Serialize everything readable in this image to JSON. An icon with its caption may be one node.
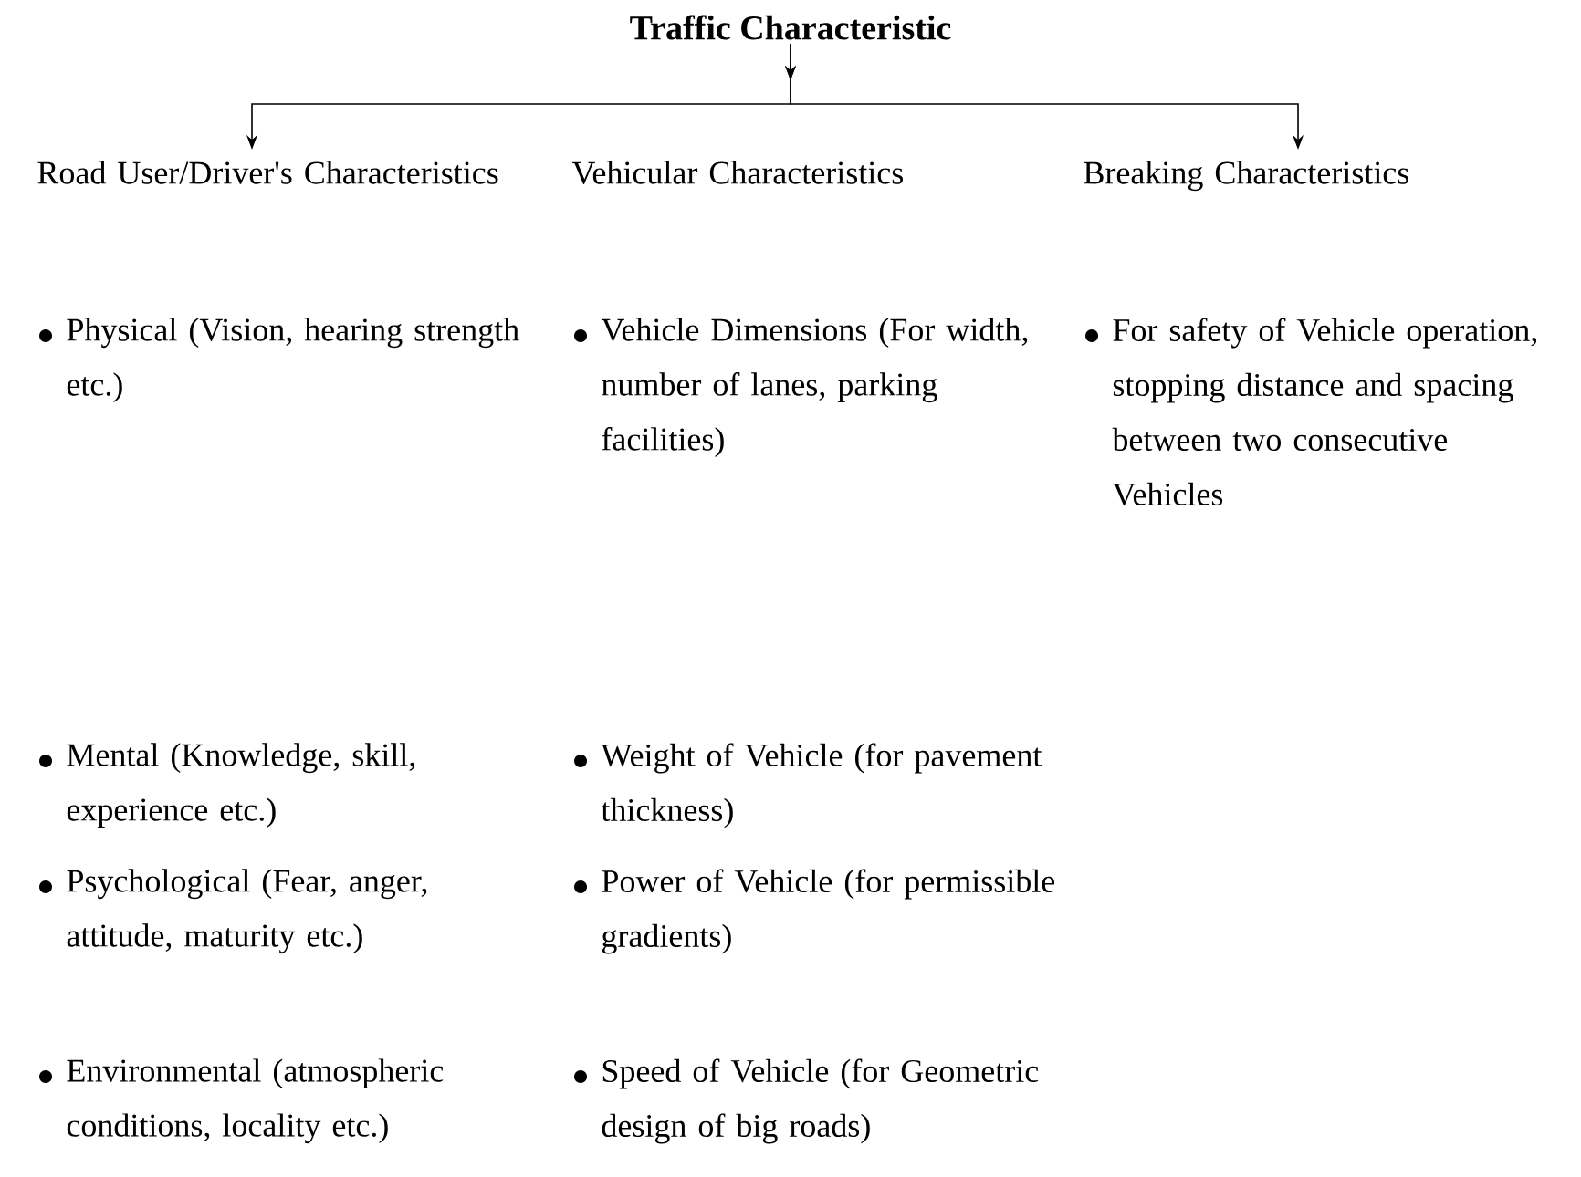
{
  "diagram": {
    "nodes": [
      {
        "text": [
          "Traffic Characteristic"
        ]
      },
      {
        "text": [
          "Road User/Driver's Characteristics"
        ]
      },
      {
        "text": [
          "Vehicular Characteristics"
        ]
      },
      {
        "text": [
          "Breaking Characteristics"
        ]
      }
    ],
    "edges": [
      {
        "from": 0,
        "to": 1,
        "arrow": "to"
      },
      {
        "from": 0,
        "to": 3,
        "arrow": "to"
      }
    ],
    "labels": [
      "Physical (Vision, hearing strength etc.)",
      "Vehicle Dimensions (For width, number of lanes, parking facilities)",
      "For safety of Vehicle operation, stopping distance and spacing between two consecutive Vehicles",
      "Mental (Knowledge, skill, experience etc.)",
      "Weight of Vehicle (for pavement thickness)",
      "Psychological (Fear, anger, attitude, maturity etc.)",
      "Power of Vehicle (for permissible gradients)",
      "Environmental (atmospheric conditions, locality etc.)",
      "Speed of Vehicle (for Geometric design of big roads)"
    ]
  }
}
